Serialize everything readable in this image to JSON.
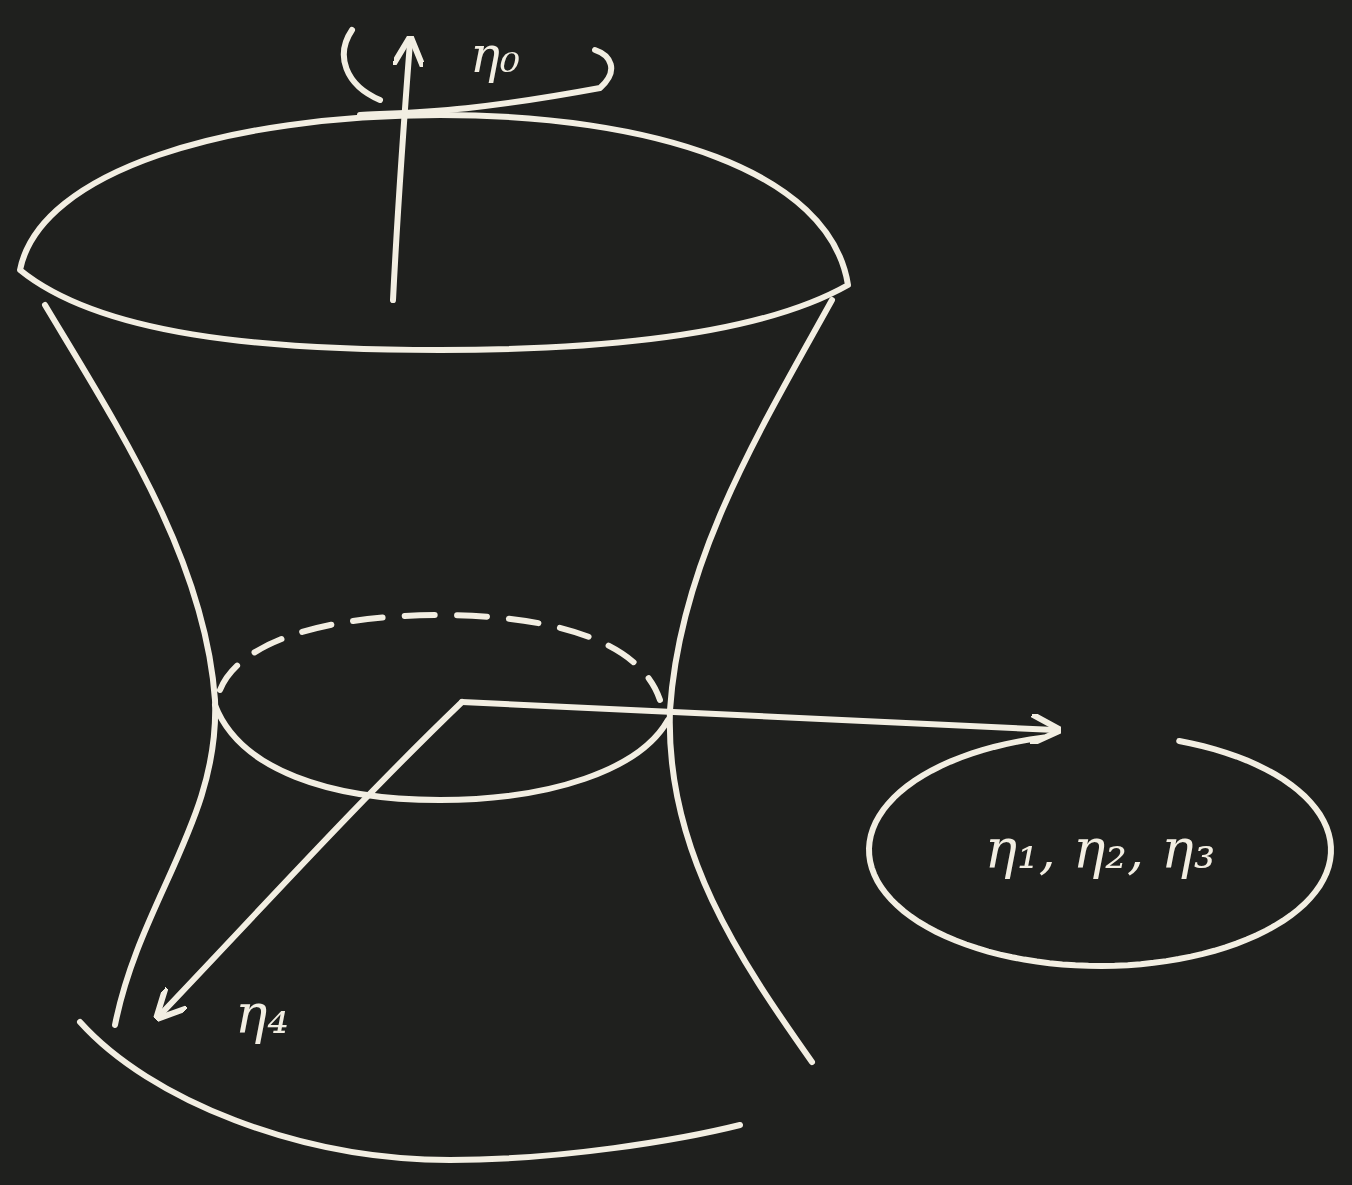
{
  "diagram": {
    "nodes": [
      {
        "text": [
          "η₁, η₂, η₃"
        ]
      }
    ],
    "labels": [
      "η₀",
      "η₄"
    ]
  }
}
